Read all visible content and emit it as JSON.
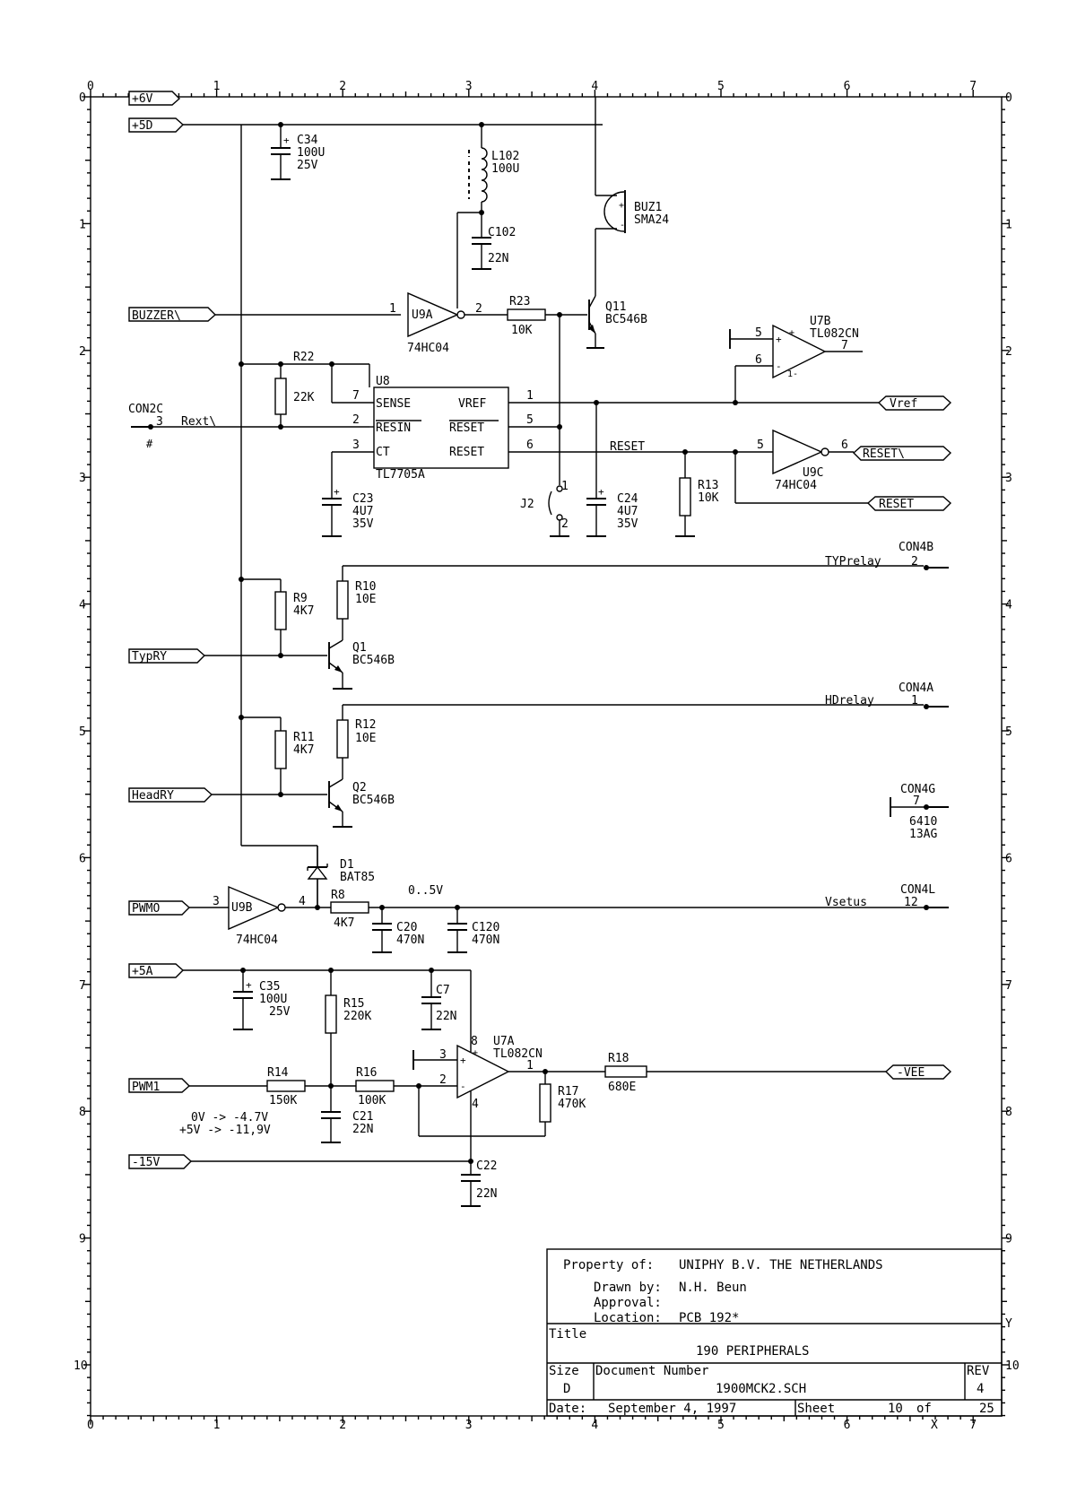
{
  "schematic": {
    "nets": {
      "p6v": "+6V",
      "p5d": "+5D",
      "buzzer": "BUZZER\\",
      "vref": "Vref",
      "reset_n": "RESET\\",
      "reset": "RESET",
      "typry": "TypRY",
      "headry": "HeadRY",
      "pwm0": "PWMO",
      "p5a": "+5A",
      "pwm1": "PWM1",
      "vee": "-VEE",
      "m15v": "-15V",
      "reset_wire": "RESET",
      "typrelay": "TYPrelay",
      "hdrelay": "HDrelay",
      "vsetus": "Vsetus",
      "rext": "Rext\\",
      "range": "0..5V"
    },
    "parts": {
      "c34": {
        "ref": "C34",
        "v1": "100U",
        "v2": "25V"
      },
      "l102": {
        "ref": "L102",
        "v1": "100U"
      },
      "c102": {
        "ref": "C102",
        "v1": "22N"
      },
      "buz1": {
        "ref": "BUZ1",
        "v1": "SMA24"
      },
      "u9a": {
        "ref": "U9A",
        "v1": "74HC04",
        "p_in": "1",
        "p_out": "2"
      },
      "r23": {
        "ref": "R23",
        "v1": "10K"
      },
      "q11": {
        "ref": "Q11",
        "v1": "BC546B"
      },
      "u7b": {
        "ref": "U7B",
        "v1": "TL082CN",
        "p5": "5",
        "p6": "6",
        "p7": "7"
      },
      "r22": {
        "ref": "R22",
        "v1": "22K"
      },
      "con2c": {
        "ref": "CON2C",
        "pin": "3",
        "mark": "#"
      },
      "u8": {
        "ref": "U8",
        "v1": "TL7705A",
        "sense": "SENSE",
        "resin": "RESIN",
        "ct": "CT",
        "vref": "VREF",
        "reset_n": "RESET",
        "reset": "RESET",
        "p7": "7",
        "p2": "2",
        "p3": "3",
        "p1": "1",
        "p5": "5",
        "p6": "6"
      },
      "c23": {
        "ref": "C23",
        "v1": "4U7",
        "v2": "35V"
      },
      "j2": {
        "ref": "J2",
        "p1": "1",
        "p2": "2"
      },
      "c24": {
        "ref": "C24",
        "v1": "4U7",
        "v2": "35V"
      },
      "r13": {
        "ref": "R13",
        "v1": "10K"
      },
      "u9c": {
        "ref": "U9C",
        "v1": "74HC04",
        "p_in": "5",
        "p_out": "6"
      },
      "con4b": {
        "ref": "CON4B",
        "pin": "2"
      },
      "r9": {
        "ref": "R9",
        "v1": "4K7"
      },
      "r10": {
        "ref": "R10",
        "v1": "10E"
      },
      "q1": {
        "ref": "Q1",
        "v1": "BC546B"
      },
      "con4a": {
        "ref": "CON4A",
        "pin": "1"
      },
      "r11": {
        "ref": "R11",
        "v1": "4K7"
      },
      "r12": {
        "ref": "R12",
        "v1": "10E"
      },
      "q2": {
        "ref": "Q2",
        "v1": "BC546B"
      },
      "con4g": {
        "ref": "CON4G",
        "pin": "7",
        "v1": "6410",
        "v2": "13AG"
      },
      "d1": {
        "ref": "D1",
        "v1": "BAT85"
      },
      "u9b": {
        "ref": "U9B",
        "v1": "74HC04",
        "p_in": "3",
        "p_out": "4"
      },
      "r8": {
        "ref": "R8",
        "v1": "4K7"
      },
      "c20": {
        "ref": "C20",
        "v1": "470N"
      },
      "c120": {
        "ref": "C120",
        "v1": "470N"
      },
      "con4l": {
        "ref": "CON4L",
        "pin": "12"
      },
      "c35": {
        "ref": "C35",
        "v1": "100U",
        "v2": "25V"
      },
      "r15": {
        "ref": "R15",
        "v1": "220K"
      },
      "c7": {
        "ref": "C7",
        "v1": "22N"
      },
      "u7a": {
        "ref": "U7A",
        "v1": "TL082CN",
        "p8": "8",
        "p3": "3",
        "p2": "2",
        "p4": "4",
        "p1": "1"
      },
      "r18": {
        "ref": "R18",
        "v1": "680E"
      },
      "r14": {
        "ref": "R14",
        "v1": "150K"
      },
      "r16": {
        "ref": "R16",
        "v1": "100K"
      },
      "r17": {
        "ref": "R17",
        "v1": "470K"
      },
      "c21": {
        "ref": "C21",
        "v1": "22N"
      },
      "c22": {
        "ref": "C22",
        "v1": "22N"
      }
    },
    "notes": {
      "line1": "0V  -> -4.7V",
      "line2": "+5V  -> -11,9V"
    }
  },
  "title_block": {
    "property_label": "Property of:",
    "property_value": "UNIPHY B.V.  THE NETHERLANDS",
    "drawn_label": "Drawn by:",
    "drawn_value": "N.H. Beun",
    "approval_label": "Approval:",
    "location_label": "Location:",
    "location_value": "PCB 192*",
    "title_label": "Title",
    "title_value": "190 PERIPHERALS",
    "size_label": "Size",
    "size_value": "D",
    "docnum_label": "Document Number",
    "docnum_value": "1900MCK2.SCH",
    "rev_label": "REV",
    "rev_value": "4",
    "date_label": "Date:",
    "date_value": "September  4, 1997",
    "sheet_label": "Sheet",
    "sheet_value": "10",
    "of_label": "of",
    "total_value": "25"
  },
  "border": {
    "cols": [
      "0",
      "1",
      "2",
      "3",
      "4",
      "5",
      "6",
      "7"
    ],
    "rows": [
      "0",
      "1",
      "2",
      "3",
      "4",
      "5",
      "6",
      "7",
      "8",
      "9",
      "10"
    ],
    "x_mark": "X",
    "y_mark": "Y"
  }
}
